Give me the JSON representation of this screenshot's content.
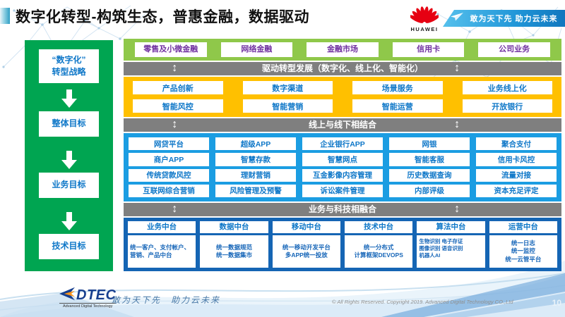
{
  "header": {
    "title": "数字化转型-构筑生态，普惠金融，数据驱动",
    "huawei_logo": "HUAWEI",
    "banner_slogan": "敢为天下先 助力云未来"
  },
  "icons": {
    "updown_arrow": "↕"
  },
  "strategy_panel": {
    "items": [
      "“数字化”\n转型战略",
      "整体目标",
      "业务目标",
      "技术目标"
    ]
  },
  "business_lines": [
    "零售及小微金融",
    "网络金融",
    "金融市场",
    "信用卡",
    "公司业务"
  ],
  "bands": {
    "drive": "驱动转型发展（数字化、线上化、智能化）",
    "online_offline": "线上与线下相结合",
    "tech_fusion": "业务与科技相融合"
  },
  "capabilities": {
    "row1": [
      "产品创新",
      "数字渠道",
      "场景服务",
      "业务线上化"
    ],
    "row2": [
      "智能风控",
      "智能营销",
      "智能运营",
      "开放银行"
    ]
  },
  "platforms": {
    "row1": [
      "网贷平台",
      "超级APP",
      "企业银行APP",
      "网银",
      "聚合支付"
    ],
    "row2": [
      "商户APP",
      "智慧存款",
      "智慧网点",
      "智能客服",
      "信用卡风控"
    ],
    "row3": [
      "传统贷款风控",
      "理财营销",
      "互金影像内容管理",
      "历史数据查询",
      "流量对接"
    ],
    "row4": [
      "互联网综合营销",
      "风险管理及预警",
      "诉讼案件管理",
      "内部评级",
      "资本充足评定"
    ]
  },
  "middle_platforms": [
    {
      "title": "业务中台",
      "detail": "统一客户、支付帐户、营销、产品中台"
    },
    {
      "title": "数据中台",
      "detail": "统一数据规范\n统一数据集市"
    },
    {
      "title": "移动中台",
      "detail": "统一移动开发平台\n多APP统一投放"
    },
    {
      "title": "技术中台",
      "detail": "统一分布式\n计算框架DEVOPS"
    },
    {
      "title": "算法中台",
      "detail": "生物识别 电子存证\n图像识别 语音识别\n机器人AI"
    },
    {
      "title": "运营中台",
      "detail": "统一日志\n统一监控\n统一云管平台"
    }
  ],
  "footer": {
    "logo": "DTEC",
    "logo_sub": "Advanced Digital Technology",
    "slogan": "敢为天下先　助力云未来",
    "copyright": "© All Rights Reserved. Copyright 2019. Advanced Digital Technology CO.,Ltd",
    "page": "10"
  },
  "colors": {
    "sidebar_green": "#00a551",
    "light_green": "#8fc84a",
    "yellow": "#ffc000",
    "gray_band": "#7f7f7f",
    "blue_bright": "#1b9de2",
    "blue_dark": "#1565b4",
    "box_text_blue": "#0e77c8",
    "box_text_purple": "#7030a0",
    "huawei_red": "#e60012"
  }
}
